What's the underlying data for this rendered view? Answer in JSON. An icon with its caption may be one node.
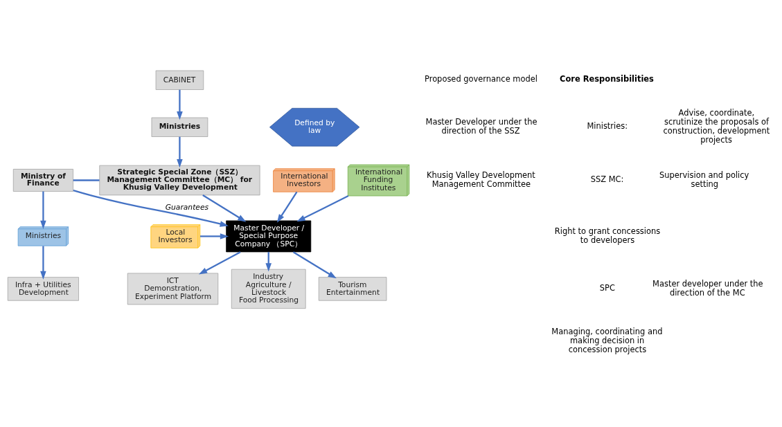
{
  "diagram": {
    "nodes": [
      {
        "text": [
          "CABINET"
        ]
      },
      {
        "text": [
          "Ministries"
        ]
      },
      {
        "text": [
          "Defined by law"
        ]
      },
      {
        "text": [
          "Ministry of Finance"
        ]
      },
      {
        "text": [
          "Strategic Special Zone（SSZ） Management Committee（MC） for Khusig Valley Development"
        ]
      },
      {
        "text": [
          "Ministries"
        ]
      },
      {
        "text": [
          "Local Investors"
        ]
      },
      {
        "text": [
          "Master Developer / Special Purpose Company （SPC）"
        ]
      },
      {
        "text": [
          "International Investors"
        ]
      },
      {
        "text": [
          "International Funding Institutes"
        ]
      },
      {
        "text": [
          "Infra + Utilities Development"
        ]
      },
      {
        "text": [
          "Tourism",
          "Entertainment"
        ]
      },
      {
        "text": [
          "ICT",
          "Demonstration, Experiment Platform"
        ]
      },
      {
        "text": [
          "Industry",
          "Agriculture / Livestock",
          "Food Processing"
        ]
      }
    ],
    "edges": [
      {
        "from": 0,
        "to": 1,
        "arrow": "to"
      },
      {
        "from": 1,
        "to": 4,
        "arrow": "to"
      },
      {
        "from": 3,
        "to": 4,
        "arrow": "none"
      },
      {
        "from": 3,
        "to": 5,
        "arrow": "to"
      },
      {
        "from": 3,
        "to": 7,
        "arrow": "to",
        "label": "Guarantees"
      },
      {
        "from": 4,
        "to": 7,
        "arrow": "to"
      },
      {
        "from": 6,
        "to": 7,
        "arrow": "to"
      },
      {
        "from": 8,
        "to": 7,
        "arrow": "to"
      },
      {
        "from": 9,
        "to": 7,
        "arrow": "to"
      },
      {
        "from": 5,
        "to": 10,
        "arrow": "to"
      },
      {
        "from": 7,
        "to": 11,
        "arrow": "to"
      },
      {
        "from": 7,
        "to": 12,
        "arrow": "to"
      },
      {
        "from": 7,
        "to": 13,
        "arrow": "to"
      }
    ],
    "labels": [
      "Proposed governance model",
      "Master Developer under the direction of the SSZ",
      "Khusig Valley Development Management Committee",
      "Core Responsibilities",
      "Ministries:",
      "Advise, coordinate, scrutinize the proposals of construction, development projects",
      "SSZ MC:",
      "Supervision and policy setting",
      "Right to grant concessions to developers",
      "SPC",
      "Master developer under the direction of the MC",
      "Managing, coordinating and making decision in concession projects"
    ]
  }
}
